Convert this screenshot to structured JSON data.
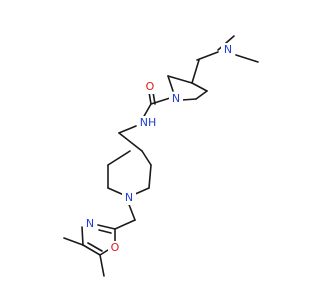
{
  "molecule": {
    "atom_labels": {
      "n_dimethylamine": "N",
      "n_pyrrolidine": "N",
      "o_carbonyl": "O",
      "nh_amide": "NH",
      "n_piperidine": "N",
      "n_oxazole": "N",
      "o_oxazole": "O"
    }
  },
  "colors": {
    "bond": "#1a1a1a",
    "nitrogen": "#1f3fd6",
    "oxygen": "#e0191b",
    "background": "#ffffff"
  }
}
